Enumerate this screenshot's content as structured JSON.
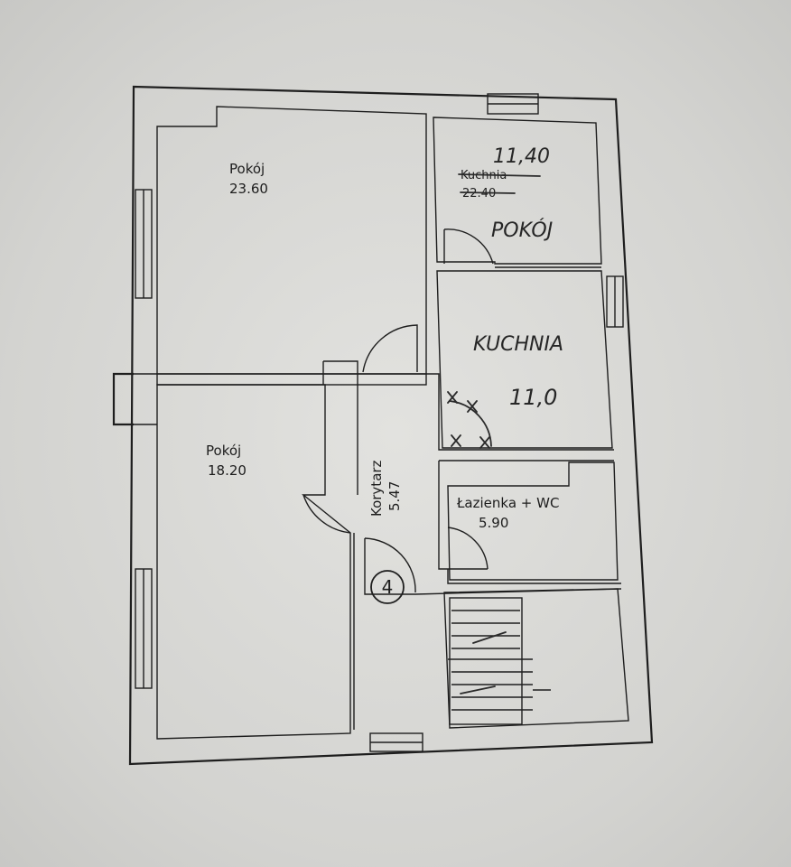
{
  "rooms": {
    "room_top_left": {
      "name": "Pokój",
      "area": "23.60"
    },
    "room_bottom_left": {
      "name": "Pokój",
      "area": "18.20"
    },
    "corridor": {
      "name": "Korytarz",
      "area": "5.47"
    },
    "bathroom": {
      "name": "Łazienka + WC",
      "area": "5.90"
    },
    "kitchen_old": {
      "name": "Kuchnia",
      "area": "22.40"
    }
  },
  "handwritten": {
    "top_right_area": "11,40",
    "top_right_name": "POKÓJ",
    "kitchen_name": "KUCHNIA",
    "kitchen_area": "11,0"
  },
  "marker": {
    "number": "4"
  }
}
